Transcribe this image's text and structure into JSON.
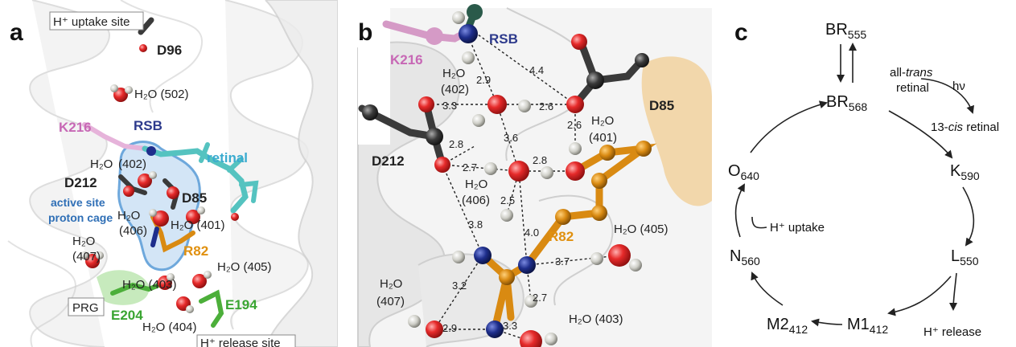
{
  "panels": {
    "a": {
      "label": "a",
      "labels": {
        "uptake_site": "H⁺ uptake site",
        "release_site": "H⁺ release site",
        "prg": "PRG",
        "d96": "D96",
        "h2o_502": "H₂O (502)",
        "k216": "K216",
        "rsb": "RSB",
        "retinal": "retinal",
        "h2o_402_h": "H₂O",
        "h2o_402_n": "(402)",
        "d212": "D212",
        "d85": "D85",
        "cage_1": "active site",
        "cage_2": "proton cage",
        "h2o_406_h": "H₂O",
        "h2o_406_n": "(406)",
        "h2o_401": "H₂O (401)",
        "h2o_407_h": "H₂O",
        "h2o_407_n": "(407)",
        "r82": "R82",
        "h2o_405": "H₂O (405)",
        "h2o_403": "H₂O (403)",
        "e204": "E204",
        "e194": "E194",
        "h2o_404": "H₂O (404)"
      }
    },
    "b": {
      "label": "b",
      "labels": {
        "k216": "K216",
        "rsb": "RSB",
        "d85": "D85",
        "d212": "D212",
        "r82": "R82",
        "w402_h": "H₂O",
        "w402_n": "(402)",
        "w401_h": "H₂O",
        "w401_n": "(401)",
        "w406_h": "H₂O",
        "w406_n": "(406)",
        "w405": "H₂O (405)",
        "w407_h": "H₂O",
        "w407_n": "(407)",
        "w403": "H₂O (403)"
      },
      "distances": [
        "2.9",
        "4.4",
        "3.3",
        "2.6",
        "2.6",
        "2.8",
        "3.6",
        "2.7",
        "2.8",
        "2.5",
        "3.8",
        "4.0",
        "3.7",
        "3.2",
        "2.7",
        "2.9",
        "3.3"
      ]
    },
    "c": {
      "label": "c",
      "states": {
        "br555": {
          "name": "BR",
          "sub": "555"
        },
        "br568": {
          "name": "BR",
          "sub": "568"
        },
        "k590": {
          "name": "K",
          "sub": "590"
        },
        "l550": {
          "name": "L",
          "sub": "550"
        },
        "m1412": {
          "name": "M1",
          "sub": "412"
        },
        "m2412": {
          "name": "M2",
          "sub": "412"
        },
        "n560": {
          "name": "N",
          "sub": "560"
        },
        "o640": {
          "name": "O",
          "sub": "640"
        }
      },
      "annotations": {
        "alltrans_1": "all-",
        "alltrans_italic": "trans",
        "alltrans_2": "retinal",
        "hv": "hν",
        "cis_1": "13-",
        "cis_italic": "cis",
        "cis_2": " retinal",
        "uptake": "H⁺ uptake",
        "release": "H⁺ release"
      }
    }
  },
  "colors": {
    "oxygen": "#e0252b",
    "hydrogen": "#d8d8d0",
    "nitrogen": "#1e2e8c",
    "carbon_dark": "#3a3a3a",
    "arginine": "#d98a12",
    "lysine": "#d59ac6",
    "retinal": "#55c3c0",
    "glutamate": "#4caf3a",
    "rsb_label": "#2d3a8c",
    "k216_label": "#c768b5",
    "retinal_label": "#3aabcf",
    "cage_label": "#2f6fb6",
    "r82_label": "#e0900f",
    "e_label": "#3aa532"
  }
}
